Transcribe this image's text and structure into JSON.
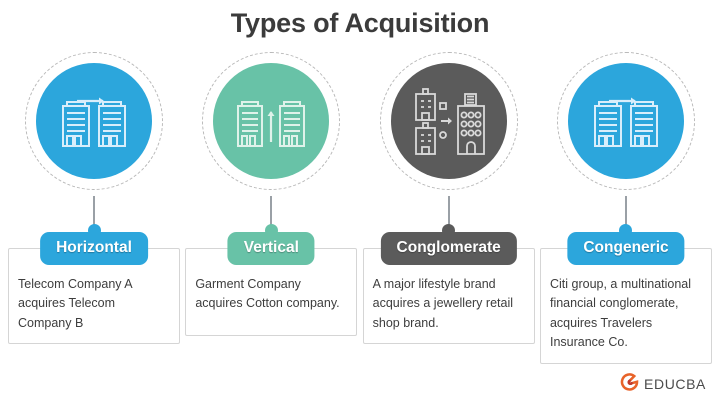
{
  "title": "Types of Acquisition",
  "colors": {
    "blue": "#2ca6dc",
    "green": "#68c2a7",
    "gray": "#5b5b5b",
    "ring": "#b9b9b9",
    "card_border": "#d5d5d5",
    "title_text": "#3b3b3b",
    "body_text": "#3d3d3d",
    "logo_orange": "#e8632a",
    "logo_red": "#c0392b"
  },
  "columns": [
    {
      "key": "horizontal",
      "label": "Horizontal",
      "color": "#2ca6dc",
      "icon": "two-buildings-horizontal-arrow-icon",
      "description": "Telecom Company A acquires Telecom Company B"
    },
    {
      "key": "vertical",
      "label": "Vertical",
      "color": "#68c2a7",
      "icon": "two-buildings-vertical-arrow-icon",
      "description": "Garment Company acquires Cotton company."
    },
    {
      "key": "conglomerate",
      "label": "Conglomerate",
      "color": "#5b5b5b",
      "icon": "two-buildings-merge-into-one-icon",
      "description": "A major lifestyle brand acquires a jewellery retail shop brand."
    },
    {
      "key": "congeneric",
      "label": "Congeneric",
      "color": "#2ca6dc",
      "icon": "two-buildings-horizontal-arrow-icon",
      "description": "Citi group, a multinational financial conglomerate, acquires Travelers Insurance Co."
    }
  ],
  "footer": {
    "logo_name": "educba-logo-icon",
    "brand": "EDUCBA"
  }
}
